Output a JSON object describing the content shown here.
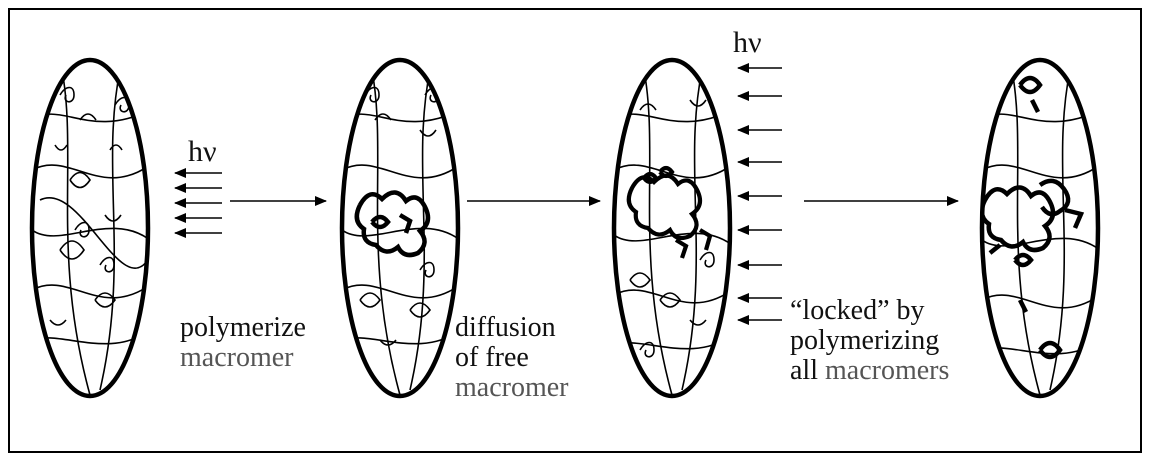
{
  "labels": {
    "hv_first": "hν",
    "hv_second": "hν",
    "step1": {
      "line1": "polymerize",
      "line2": "macromer"
    },
    "step2": {
      "line1": "diffusion",
      "line2": "of free",
      "line3": "macromer"
    },
    "step3": {
      "line1": "“locked” by",
      "line2": "polymerizing",
      "line3a": "all",
      "line3b": "macromers"
    }
  },
  "colors": {
    "ink": "#000000",
    "text": "#111111",
    "muted_text": "#555555",
    "background": "#ffffff"
  }
}
